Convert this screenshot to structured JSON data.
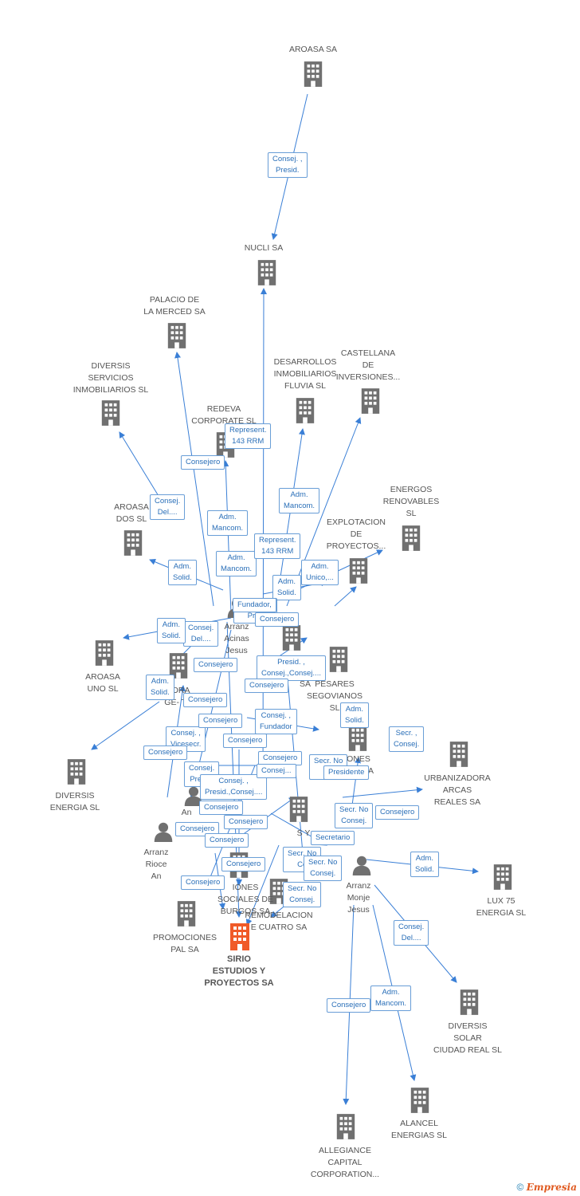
{
  "colors": {
    "edge": "#3a7fd6",
    "building": "#707070",
    "person": "#707070",
    "main": "#f05a28"
  },
  "companies": [
    {
      "id": "aroasa_sa",
      "label": "AROASA SA",
      "icon": "building-icon"
    },
    {
      "id": "nucli",
      "label": "NUCLI SA",
      "icon": "building-icon"
    },
    {
      "id": "palacio",
      "label": "PALACIO DE\nLA MERCED SA",
      "icon": "building-icon"
    },
    {
      "id": "diversis_serv",
      "label": "DIVERSIS\nSERVICIOS\nINMOBILIARIOS SL",
      "icon": "building-icon"
    },
    {
      "id": "redeva",
      "label": "REDEVA\nCORPORATE SL",
      "icon": "building-icon"
    },
    {
      "id": "fluvia",
      "label": "DESARROLLOS\nINMOBILIARIOS\nFLUVIA SL",
      "icon": "building-icon"
    },
    {
      "id": "castellana",
      "label": "CASTELLANA\nDE\nINVERSIONES...",
      "icon": "building-icon"
    },
    {
      "id": "energos",
      "label": "ENERGOS\nRENOVABLES\nSL",
      "icon": "building-icon"
    },
    {
      "id": "aroasa_dos",
      "label": "AROASA\nDOS SL",
      "icon": "building-icon"
    },
    {
      "id": "explotacion",
      "label": "EXPLOTACION\nDE\nPROYECTOS...",
      "icon": "building-icon"
    },
    {
      "id": "aroasa_uno",
      "label": "AROASA\nUNO SL",
      "icon": "building-icon"
    },
    {
      "id": "tora",
      "label": "TORA\nGE- TR",
      "icon": "building-icon"
    },
    {
      "id": "pesares",
      "label": "PESARES\nSEGOVIANOS\nSL",
      "icon": "building-icon"
    },
    {
      "id": "sa_mid",
      "label": "SA",
      "icon": "building-icon"
    },
    {
      "id": "diversis_energia",
      "label": "DIVERSIS\nENERGIA SL",
      "icon": "building-icon"
    },
    {
      "id": "acinas",
      "label": "CCIONES\nACINAS SA",
      "icon": "building-icon"
    },
    {
      "id": "urbanizadora",
      "label": "URBANIZADORA\nARCAS\nREALES SA",
      "icon": "building-icon"
    },
    {
      "id": "sy",
      "label": "S Y",
      "icon": "building-icon"
    },
    {
      "id": "lux75",
      "label": "LUX 75\nENERGIA SL",
      "icon": "building-icon"
    },
    {
      "id": "sociales",
      "label": "IONES\nSOCIALES DE\nBURGOS SA",
      "icon": "building-icon"
    },
    {
      "id": "remodelacion",
      "label": "REMODELACION\nE CUATRO SA",
      "icon": "building-icon"
    },
    {
      "id": "promociones_pal",
      "label": "PROMOCIONES\nPAL SA",
      "icon": "building-icon"
    },
    {
      "id": "sirio",
      "label": "SIRIO\nESTUDIOS Y\nPROYECTOS SA",
      "icon": "building-icon",
      "main": true
    },
    {
      "id": "diversis_solar",
      "label": "DIVERSIS\nSOLAR\nCIUDAD REAL SL",
      "icon": "building-icon"
    },
    {
      "id": "alancel",
      "label": "ALANCEL\nENERGIAS SL",
      "icon": "building-icon"
    },
    {
      "id": "allegiance",
      "label": "ALLEGIANCE\nCAPITAL\nCORPORATION...",
      "icon": "building-icon"
    }
  ],
  "persons": [
    {
      "id": "arranz_acinas",
      "label": "Arranz\nAcinas\nJesus",
      "icon": "person-icon"
    },
    {
      "id": "arranz_rioce",
      "label": "Arranz\nRioce\nAn",
      "icon": "person-icon"
    },
    {
      "id": "arranz_mid",
      "label": "An",
      "icon": "person-icon"
    },
    {
      "id": "arranz_monje",
      "label": "Arranz\nMonje\nJesus",
      "icon": "person-icon"
    }
  ],
  "edge_labels": [
    "Consej. ,\nPresid.",
    "Represent.\n143 RRM",
    "Consejero",
    "Consej.\nDel....",
    "Adm.\nMancom.",
    "Adm.\nMancom.",
    "Adm.\nMancom.",
    "Represent.\n143 RRM",
    "Adm.\nSolid.",
    "Adm.\nUnico,...",
    "Adm.\nSolid.",
    "Fundador,\nPres",
    "Consejero",
    "Consej.\nDel....",
    "Adm.\nSolid.",
    "Consejero",
    "Presid. ,\nConsej.,Consej....",
    "Consejero",
    "Adm.\nSolid.",
    "Consejero",
    "Adm.\nSolid.",
    "Consej. ,\nFundador",
    "Secr. ,\nConsej.",
    "Consej. ,\nVicesecr.",
    "Consejero",
    "Consejero",
    "Consej.\nPresid.",
    "Consej. ,\nPresid.,Consej....",
    "Consejero",
    "Secr. No\nCo",
    "Presidente",
    "Consejero",
    "Secr. No\nConsej.",
    "Consejero",
    "Consejero",
    "Secretario",
    "Consejero",
    "Consejero",
    "Secr. No\nCo",
    "Consejero",
    "Secr. No\nConsej.",
    "Adm.\nSolid.",
    "Secr. No\nConsej.",
    "Consejero",
    "Consej.\nDel....",
    "Adm.\nMancom.",
    "Consejero",
    "Consejero",
    "Fundador,",
    "Consej..."
  ],
  "footer": {
    "copyright": "©",
    "brand": "Empresia"
  }
}
